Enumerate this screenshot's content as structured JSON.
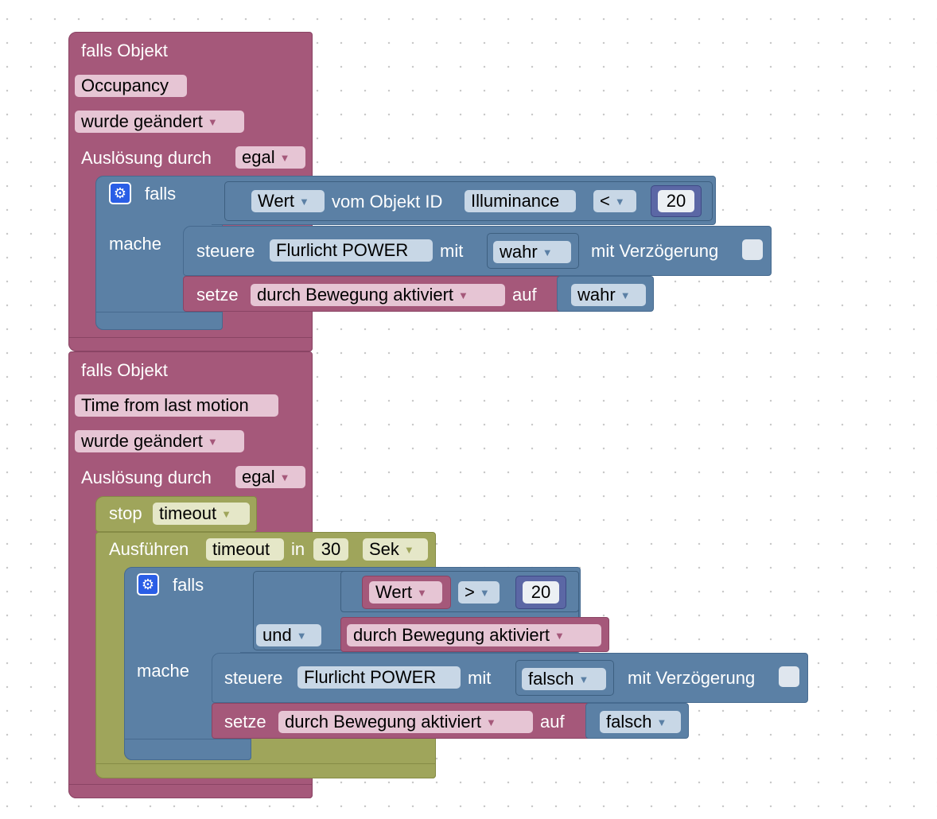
{
  "block1": {
    "header": "falls Objekt",
    "object": "Occupancy",
    "event": "wurde geändert",
    "trigger_label": "Auslösung durch",
    "trigger_value": "egal",
    "if_block": {
      "falls": "falls",
      "mache": "mache",
      "value_dropdown": "Wert",
      "of_object": "vom Objekt ID",
      "object_id": "Illuminance",
      "operator": "<",
      "number": "20"
    },
    "control": {
      "label": "steuere",
      "target": "Flurlicht POWER",
      "with": "mit",
      "value": "wahr",
      "delay_label": "mit Verzögerung"
    },
    "set": {
      "label": "setze",
      "variable": "durch Bewegung aktiviert",
      "to": "auf",
      "value": "wahr"
    }
  },
  "block2": {
    "header": "falls Objekt",
    "object": "Time from last motion",
    "event": "wurde geändert",
    "trigger_label": "Auslösung durch",
    "trigger_value": "egal",
    "stop": {
      "label": "stop",
      "value": "timeout"
    },
    "run": {
      "label": "Ausführen",
      "name": "timeout",
      "in": "in",
      "amount": "30",
      "unit": "Sek"
    },
    "if_block": {
      "falls": "falls",
      "mache": "mache",
      "value_dropdown": "Wert",
      "operator": ">",
      "number": "20",
      "logic": "und",
      "variable": "durch Bewegung aktiviert"
    },
    "control": {
      "label": "steuere",
      "target": "Flurlicht POWER",
      "with": "mit",
      "value": "falsch",
      "delay_label": "mit Verzögerung"
    },
    "set": {
      "label": "setze",
      "variable": "durch Bewegung aktiviert",
      "to": "auf",
      "value": "falsch"
    }
  },
  "icons": {
    "gear": "gear-icon",
    "caret": "dropdown-caret-icon"
  },
  "colors": {
    "event": "#a5587a",
    "logic": "#5b80a5",
    "timer": "#9fa55b",
    "number": "#5b67a5"
  }
}
